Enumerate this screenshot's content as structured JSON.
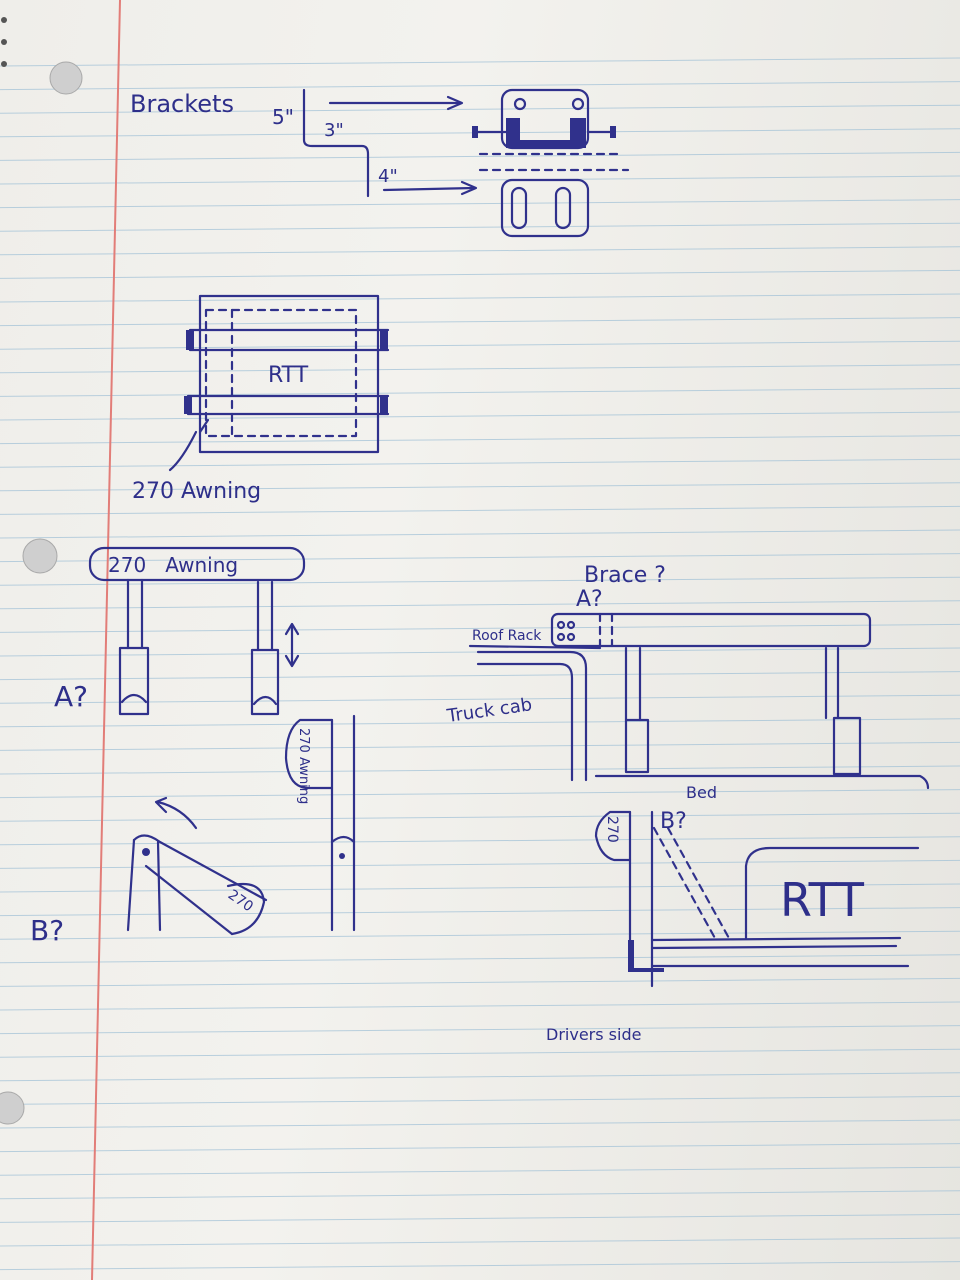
{
  "labels": {
    "brackets": "Brackets",
    "dim_5": "5\"",
    "dim_3": "3\"",
    "dim_4": "4\"",
    "rtt_top": "RTT",
    "awning_270_a": "270 Awning",
    "awning_bar": "270   Awning",
    "a_left": "A?",
    "b_left": "B?",
    "awning_vertical": "270 Awning",
    "awning_arm": "270",
    "brace": "Brace ?",
    "a_right": "A?",
    "roof_rack": "Roof Rack",
    "truck_cab": "Truck cab",
    "bed": "Bed",
    "awning_side": "270",
    "b_right": "B?",
    "rtt_side": "RTT",
    "drivers_side": "Drivers side"
  },
  "colors": {
    "ink": "#30318c",
    "rule": "#9fc0d6",
    "margin": "#e27d78",
    "paper": "#f1f0ec"
  }
}
